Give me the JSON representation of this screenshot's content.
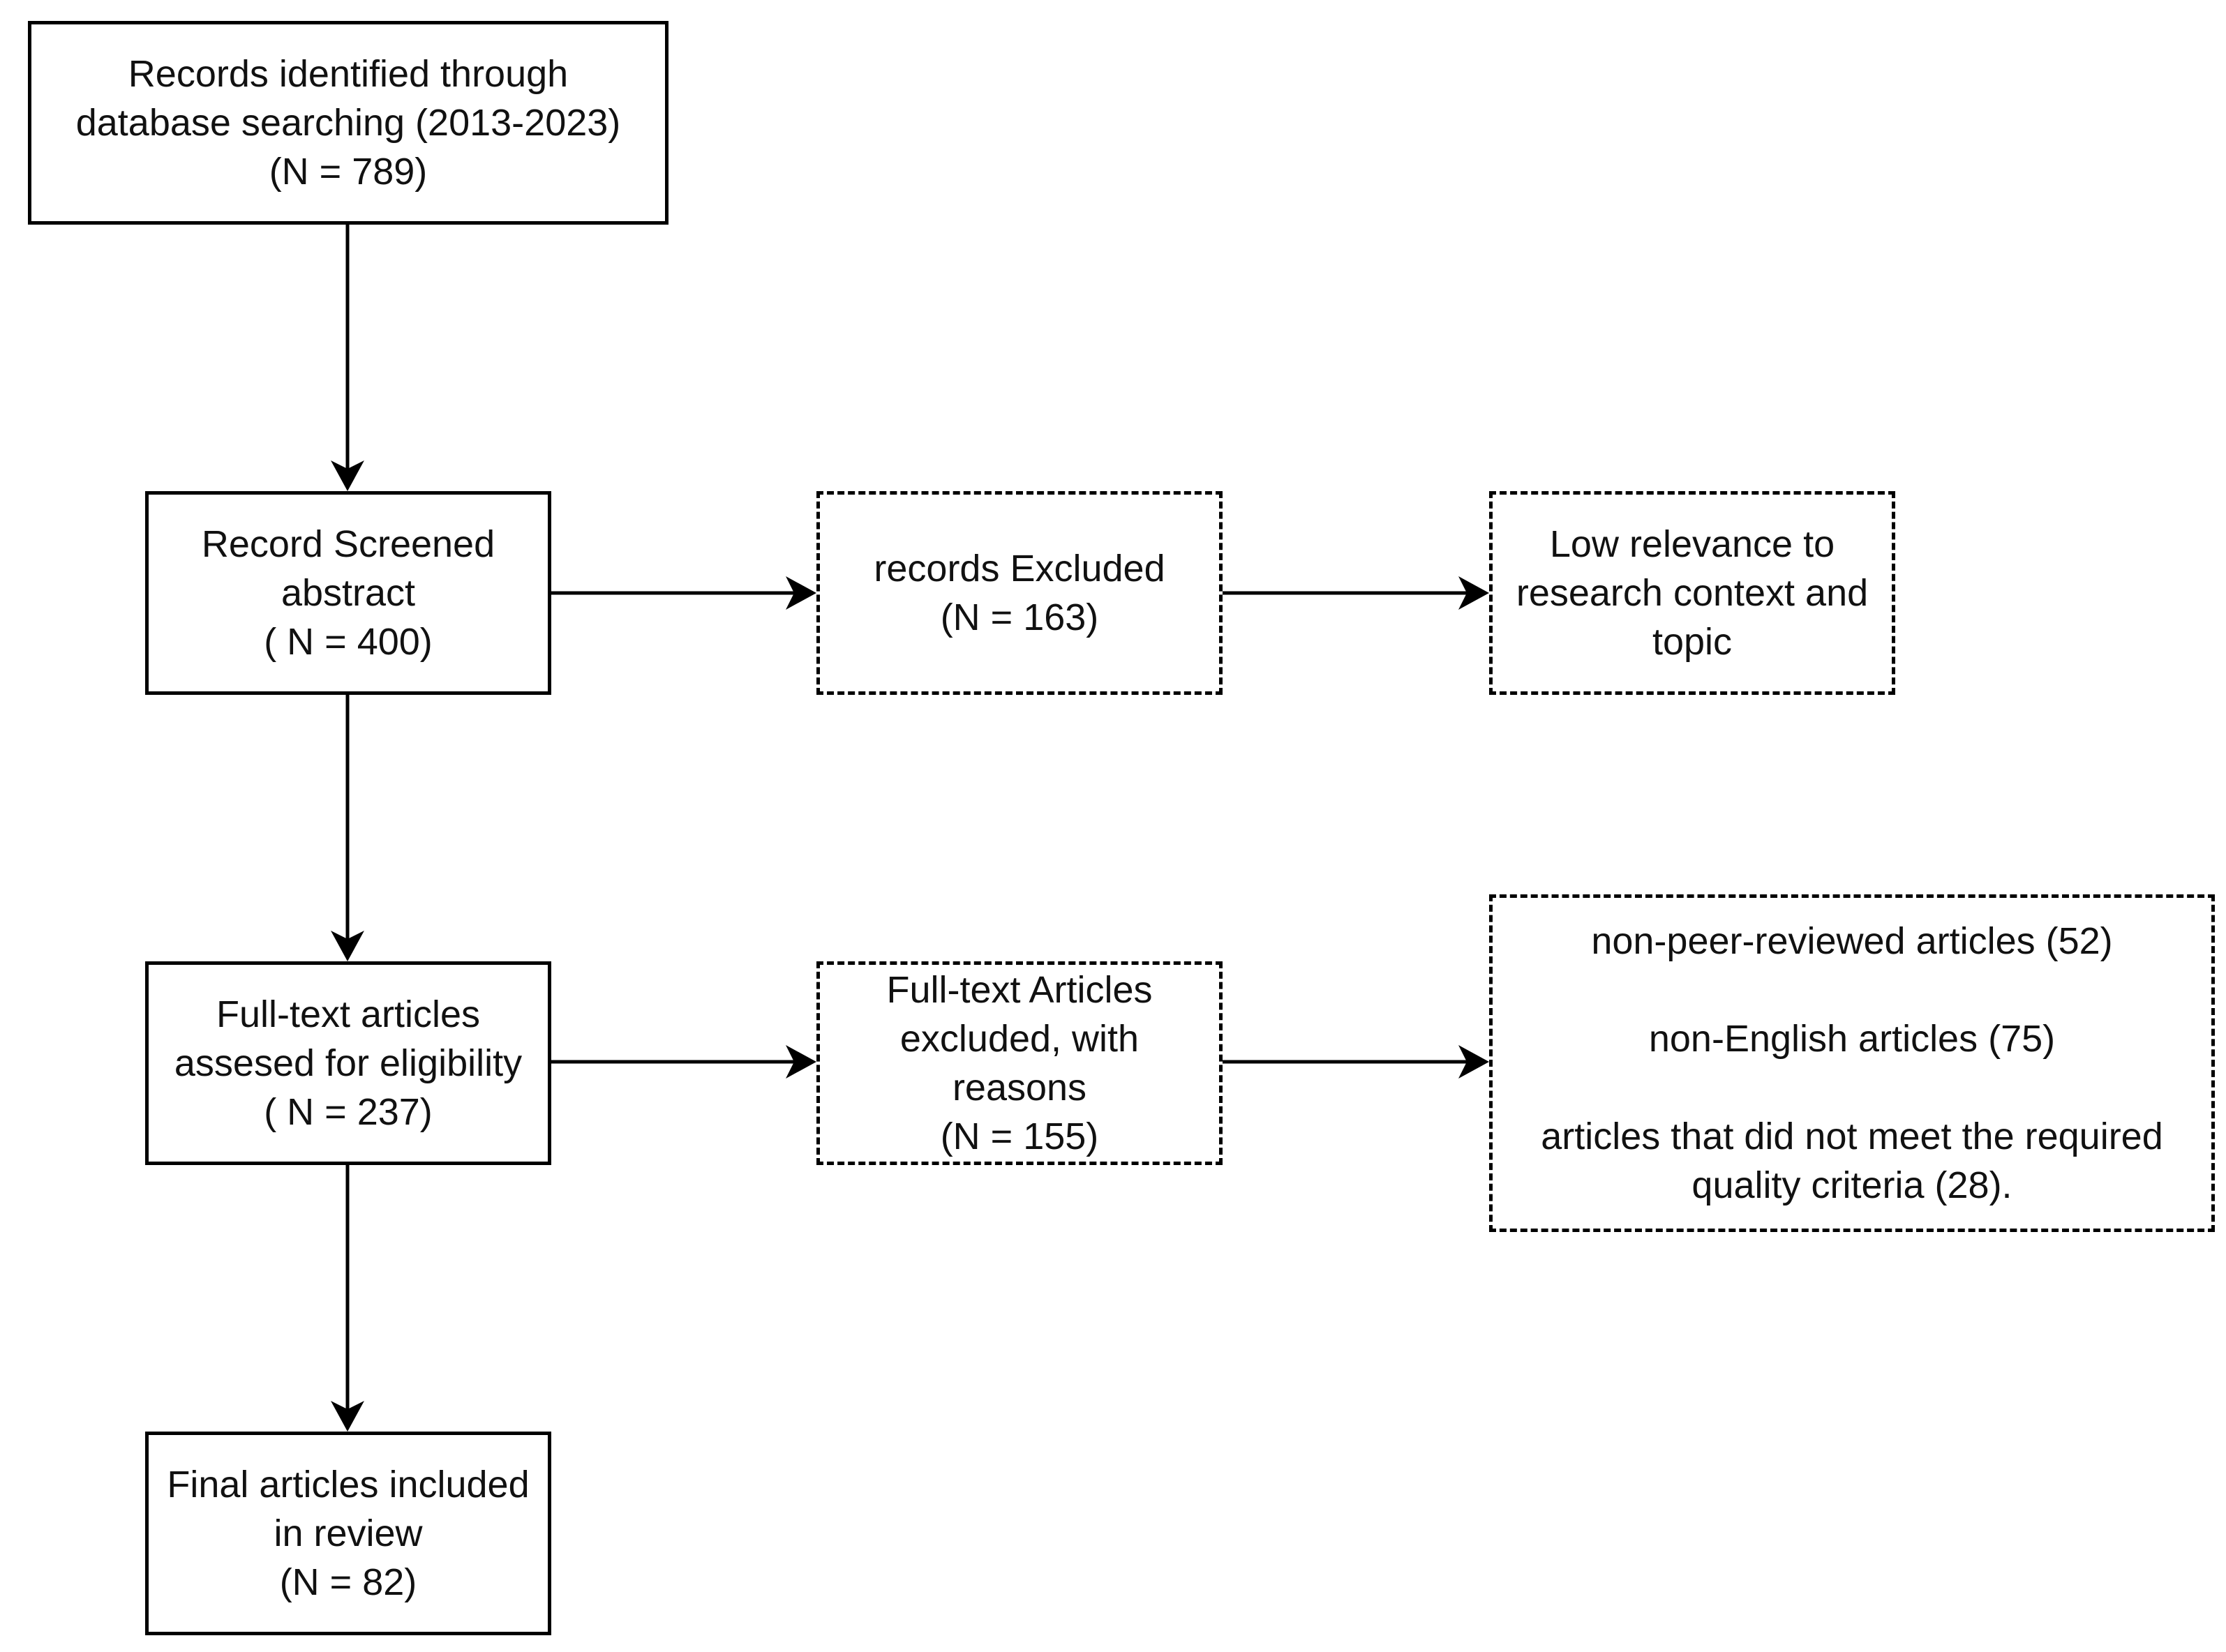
{
  "boxes": {
    "identified": {
      "lines": [
        "Records identified through",
        "database searching (2013-2023)",
        "(N = 789)"
      ]
    },
    "screened": {
      "lines": [
        "Record Screened",
        "abstract",
        "( N = 400)"
      ]
    },
    "records_excluded": {
      "lines": [
        "records Excluded",
        "(N = 163)"
      ]
    },
    "low_relevance": {
      "lines": [
        "Low relevance to",
        "research context and",
        "topic"
      ]
    },
    "assessed": {
      "lines": [
        "Full-text articles",
        "assesed for eligibility",
        "( N = 237)"
      ]
    },
    "fulltext_excluded": {
      "lines": [
        "Full-text Articles",
        "excluded, with",
        "reasons",
        "(N = 155)"
      ]
    },
    "reasons": {
      "lines": [
        "non-peer-reviewed articles (52)",
        "non-English articles (75)",
        "articles that did not meet the required",
        "quality criteria (28)."
      ]
    },
    "included": {
      "lines": [
        "Final articles included",
        "in review",
        "(N = 82)"
      ]
    }
  }
}
